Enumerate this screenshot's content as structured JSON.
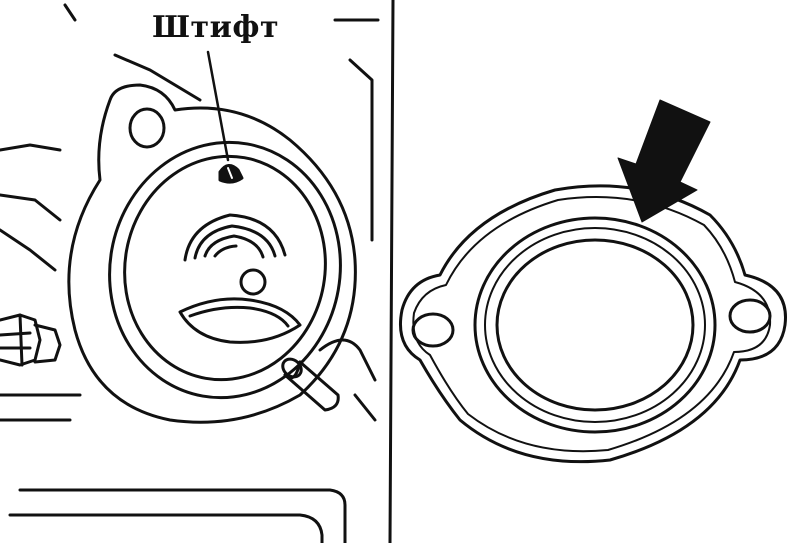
{
  "labels": {
    "pin": "Штифт"
  },
  "colors": {
    "ink": "#111111",
    "paper": "#ffffff"
  },
  "panels": [
    {
      "id": "thermostat-in-housing"
    },
    {
      "id": "thermostat-gasket"
    }
  ]
}
